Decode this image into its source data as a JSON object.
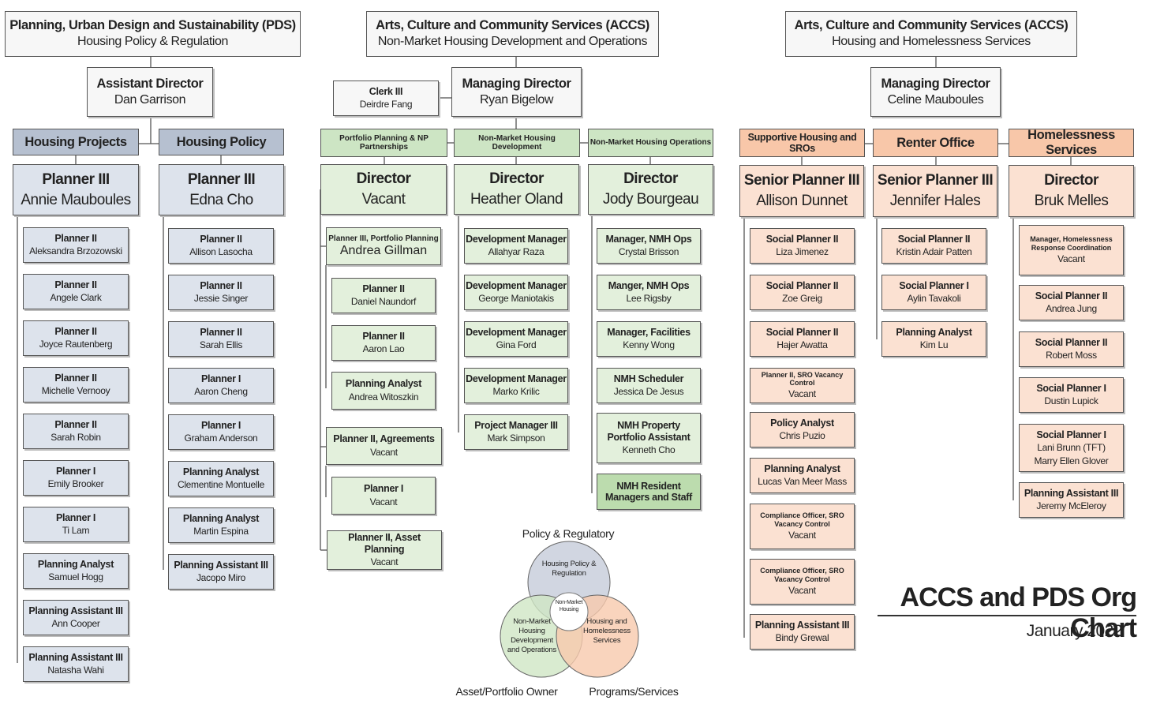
{
  "columns": {
    "pds": {
      "dept": "Planning, Urban Design and Sustainability (PDS)",
      "sub": "Housing Policy & Regulation"
    },
    "acc_nm": {
      "dept": "Arts, Culture and Community Services (ACCS)",
      "sub": "Non-Market Housing Development and Operations"
    },
    "acc_hh": {
      "dept": "Arts, Culture and Community Services (ACCS)",
      "sub": "Housing and Homelessness Services"
    }
  },
  "leaders": {
    "pds": {
      "title": "Assistant Director",
      "name": "Dan Garrison"
    },
    "acc_nm": {
      "title": "Managing Director",
      "name": "Ryan Bigelow"
    },
    "clerk": {
      "title": "Clerk III",
      "name": "Deirdre Fang"
    },
    "acc_hh": {
      "title": "Managing Director",
      "name": "Celine Mauboules"
    }
  },
  "teams": {
    "housing_projects": {
      "header": "Housing Projects",
      "lead": {
        "title": "Planner III",
        "name": "Annie Mauboules"
      },
      "staff": [
        {
          "title": "Planner II",
          "name": "Aleksandra Brzozowski"
        },
        {
          "title": "Planner II",
          "name": "Angele Clark"
        },
        {
          "title": "Planner II",
          "name": "Joyce Rautenberg"
        },
        {
          "title": "Planner II",
          "name": "Michelle Vernooy"
        },
        {
          "title": "Planner II",
          "name": "Sarah Robin"
        },
        {
          "title": "Planner I",
          "name": "Emily Brooker"
        },
        {
          "title": "Planner I",
          "name": "Ti Lam"
        },
        {
          "title": "Planning Analyst",
          "name": "Samuel Hogg"
        },
        {
          "title": "Planning Assistant III",
          "name": "Ann Cooper"
        },
        {
          "title": "Planning Assistant III",
          "name": "Natasha Wahi"
        }
      ]
    },
    "housing_policy": {
      "header": "Housing Policy",
      "lead": {
        "title": "Planner III",
        "name": "Edna Cho"
      },
      "staff": [
        {
          "title": "Planner II",
          "name": "Allison Lasocha"
        },
        {
          "title": "Planner II",
          "name": "Jessie Singer"
        },
        {
          "title": "Planner II",
          "name": "Sarah Ellis"
        },
        {
          "title": "Planner I",
          "name": "Aaron Cheng"
        },
        {
          "title": "Planner I",
          "name": "Graham Anderson"
        },
        {
          "title": "Planning Analyst",
          "name": "Clementine Montuelle"
        },
        {
          "title": "Planning Analyst",
          "name": "Martin Espina"
        },
        {
          "title": "Planning Assistant III",
          "name": "Jacopo Miro"
        }
      ]
    },
    "portfolio": {
      "header": "Portfolio Planning & NP Partnerships",
      "lead": {
        "title": "Director",
        "name": "Vacant"
      },
      "staff": [
        {
          "title": "Planner III, Portfolio Planning",
          "name": "Andrea Gillman"
        },
        {
          "title": "Planner II",
          "name": "Daniel Naundorf"
        },
        {
          "title": "Planner II",
          "name": "Aaron Lao"
        },
        {
          "title": "Planning Analyst",
          "name": "Andrea Witoszkin"
        },
        {
          "title": "Planner II, Agreements",
          "name": "Vacant"
        },
        {
          "title": "Planner I",
          "name": "Vacant"
        },
        {
          "title": "Planner II, Asset Planning",
          "name": "Vacant"
        }
      ]
    },
    "nm_dev": {
      "header": "Non-Market Housing Development",
      "lead": {
        "title": "Director",
        "name": "Heather Oland"
      },
      "staff": [
        {
          "title": "Development Manager",
          "name": "Allahyar Raza"
        },
        {
          "title": "Development Manager",
          "name": "George Maniotakis"
        },
        {
          "title": "Development Manager",
          "name": "Gina Ford"
        },
        {
          "title": "Development Manager",
          "name": "Marko Krilic"
        },
        {
          "title": "Project Manager III",
          "name": "Mark Simpson"
        }
      ]
    },
    "nm_ops": {
      "header": "Non-Market Housing Operations",
      "lead": {
        "title": "Director",
        "name": "Jody Bourgeau"
      },
      "staff": [
        {
          "title": "Manager, NMH Ops",
          "name": "Crystal Brisson"
        },
        {
          "title": "Manger, NMH Ops",
          "name": "Lee Rigsby"
        },
        {
          "title": "Manager, Facilities",
          "name": "Kenny Wong"
        },
        {
          "title": "NMH Scheduler",
          "name": "Jessica De Jesus"
        },
        {
          "title": "NMH Property Portfolio Assistant",
          "name": "Kenneth Cho"
        },
        {
          "title": "NMH Resident Managers and Staff",
          "name": ""
        }
      ]
    },
    "supportive": {
      "header": "Supportive Housing and SROs",
      "lead": {
        "title": "Senior Planner III",
        "name": "Allison Dunnet"
      },
      "staff": [
        {
          "title": "Social Planner II",
          "name": "Liza Jimenez"
        },
        {
          "title": "Social Planner II",
          "name": "Zoe Greig"
        },
        {
          "title": "Social Planner II",
          "name": "Hajer Awatta"
        },
        {
          "title": "Planner II, SRO Vacancy Control",
          "name": "Vacant"
        },
        {
          "title": "Policy Analyst",
          "name": "Chris Puzio"
        },
        {
          "title": "Planning Analyst",
          "name": "Lucas Van Meer Mass"
        },
        {
          "title": "Compliance Officer, SRO Vacancy Control",
          "name": "Vacant"
        },
        {
          "title": "Compliance Officer, SRO Vacancy Control",
          "name": "Vacant"
        },
        {
          "title": "Planning Assistant III",
          "name": "Bindy Grewal"
        }
      ]
    },
    "renter": {
      "header": "Renter Office",
      "lead": {
        "title": "Senior Planner III",
        "name": "Jennifer Hales"
      },
      "staff": [
        {
          "title": "Social Planner II",
          "name": "Kristin Adair Patten"
        },
        {
          "title": "Social Planner I",
          "name": "Aylin Tavakoli"
        },
        {
          "title": "Planning Analyst",
          "name": "Kim Lu"
        }
      ]
    },
    "homeless": {
      "header": "Homelessness Services",
      "lead": {
        "title": "Director",
        "name": "Bruk Melles"
      },
      "staff": [
        {
          "title": "Manager, Homelessness Response Coordination",
          "name": "Vacant"
        },
        {
          "title": "Social Planner II",
          "name": "Andrea Jung"
        },
        {
          "title": "Social Planner II",
          "name": "Robert Moss"
        },
        {
          "title": "Social Planner I",
          "name": "Dustin Lupick"
        },
        {
          "title": "Social Planner I",
          "name": "Lani Brunn (TFT)",
          "name2": "Marry Ellen Glover"
        },
        {
          "title": "Planning Assistant III",
          "name": "Jeremy McEleroy"
        }
      ]
    }
  },
  "venn": {
    "top_label": "Policy & Regulatory",
    "bottom_left_label": "Asset/Portfolio Owner",
    "bottom_right_label": "Programs/Services",
    "circle_top": "Housing Policy & Regulation",
    "circle_left": "Non-Market Housing Development and Operations",
    "circle_right": "Housing and Homelessness Services",
    "center": "Non-Market Housing",
    "colors": {
      "top": "#c9cfdc",
      "left": "#cfe6c4",
      "right": "#f7c9ad"
    }
  },
  "footer": {
    "title": "ACCS and PDS Org Chart",
    "date": "January 2022"
  }
}
